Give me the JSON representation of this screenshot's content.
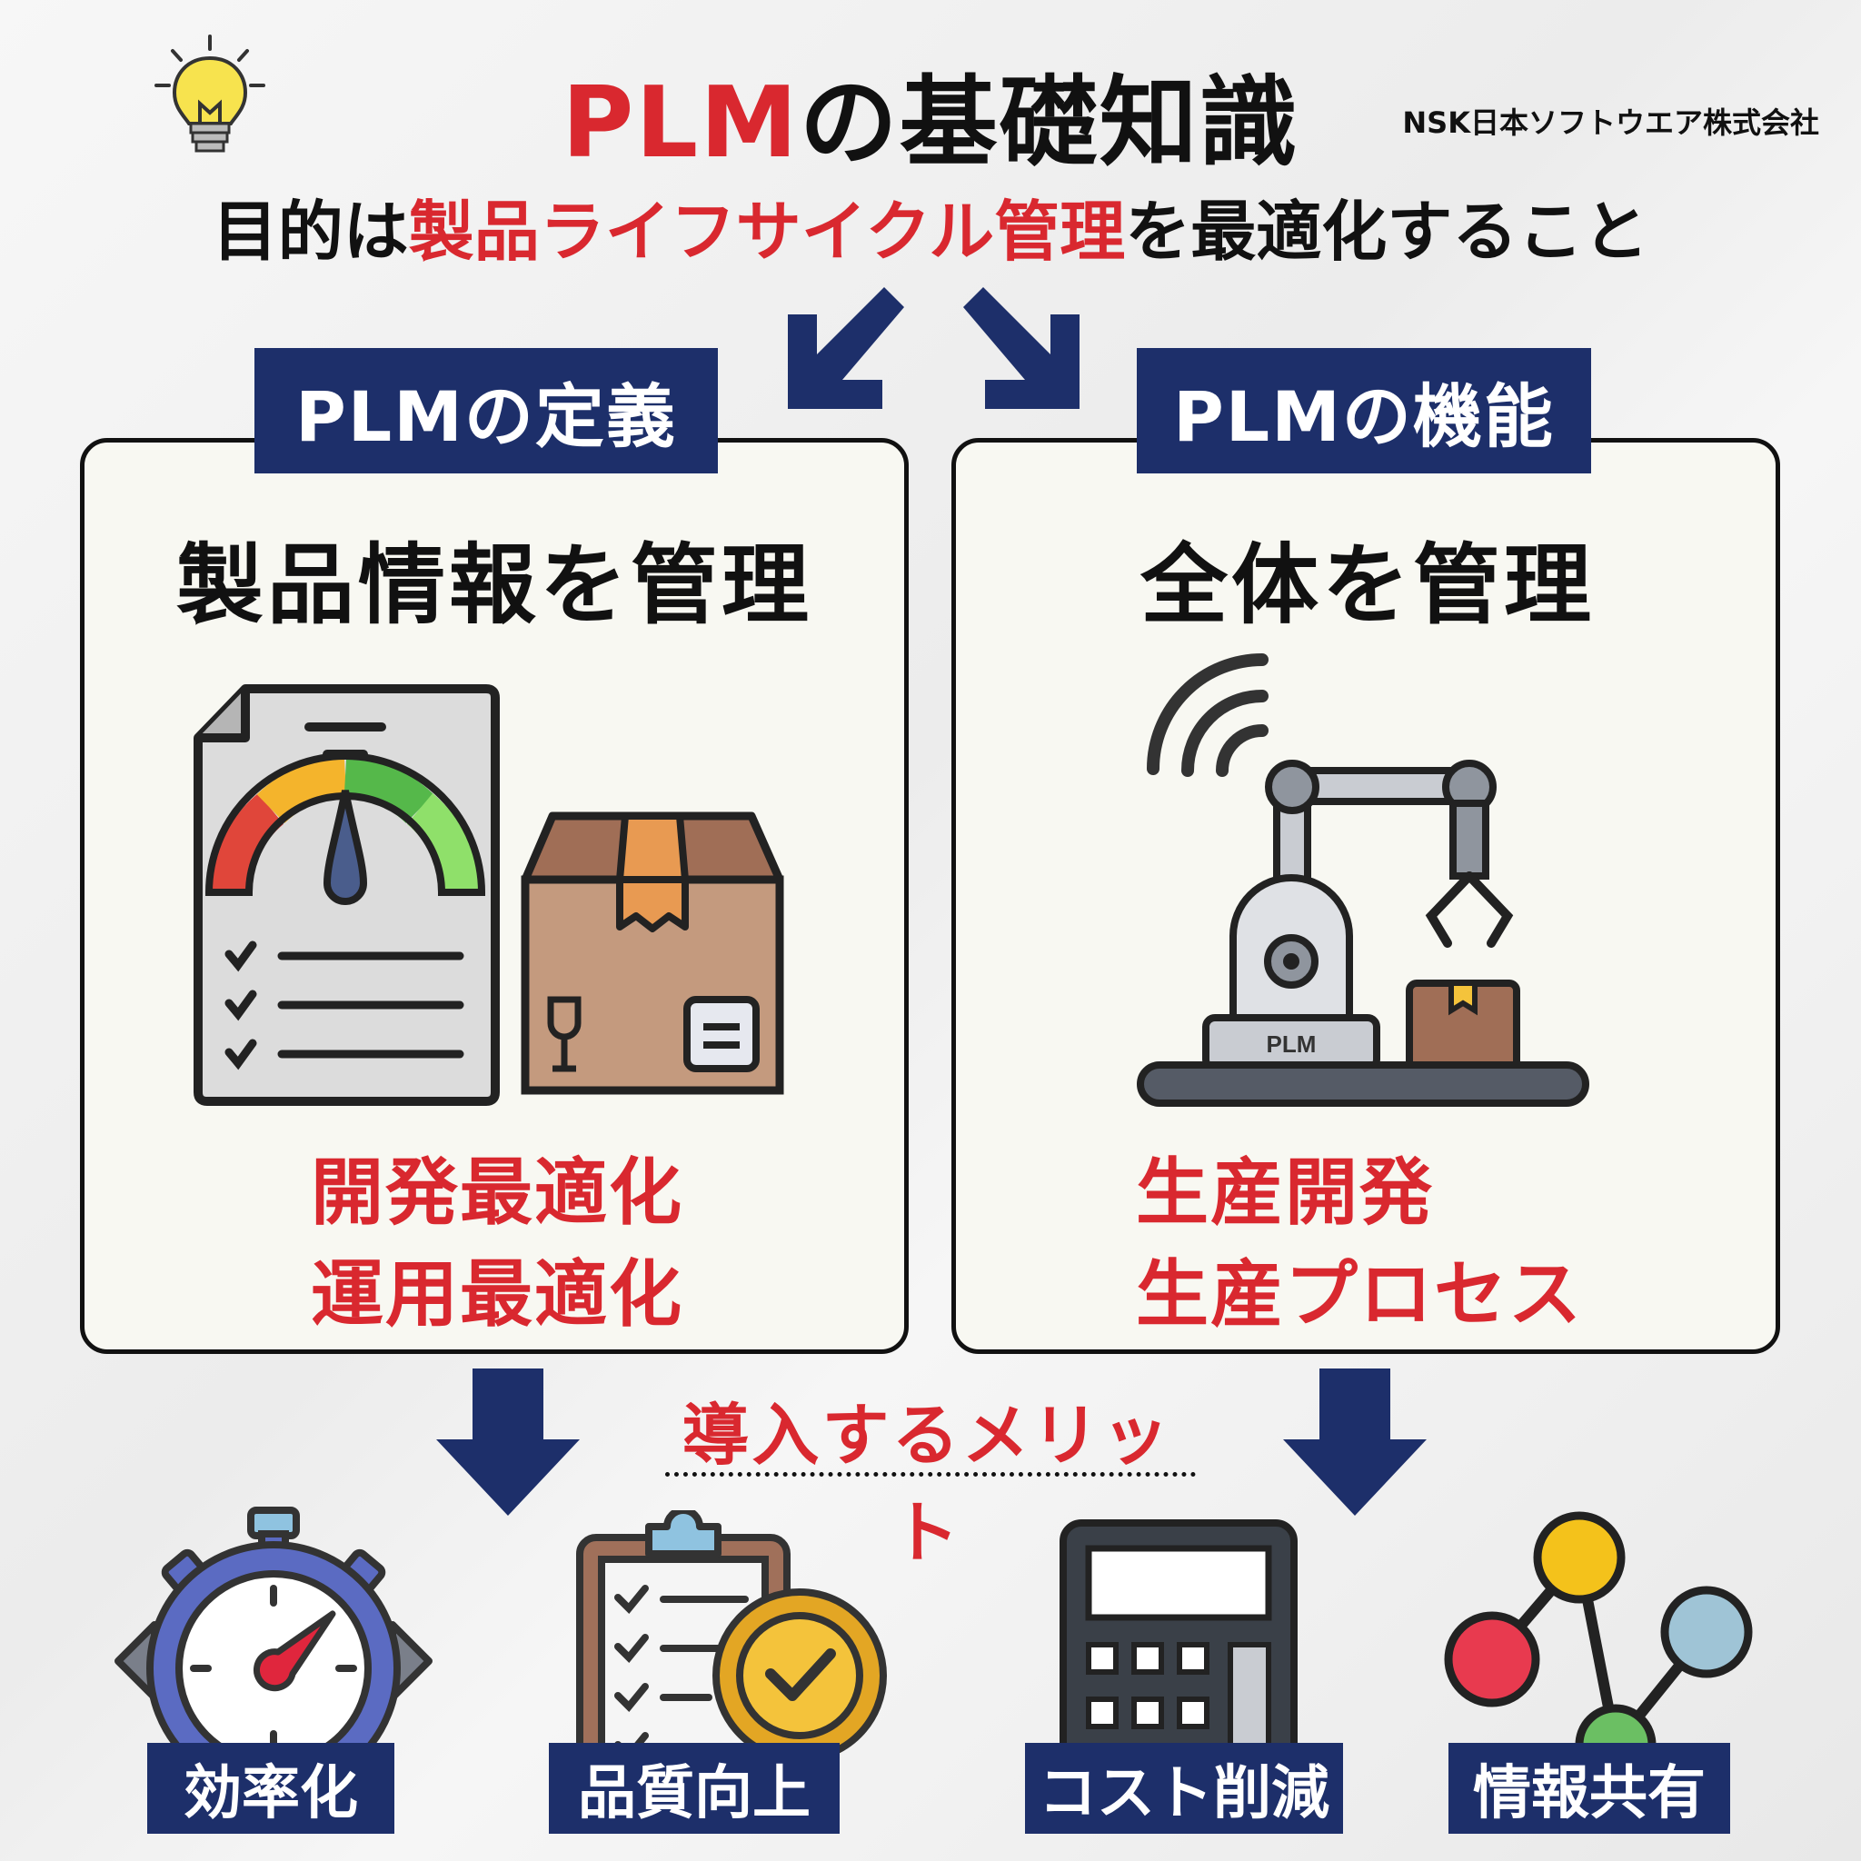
{
  "header": {
    "title_accent": "PLM",
    "title_rest": "の基礎知識",
    "company": "NSK日本ソフトウエア株式会社"
  },
  "purpose": {
    "prefix": "目的は",
    "accent": "製品ライフサイクル管理",
    "suffix": "を最適化すること"
  },
  "left_panel": {
    "tab": "PLMの定義",
    "heading": "製品情報を管理",
    "lines": [
      "開発最適化",
      "運用最適化"
    ],
    "icons": [
      "document-gauge-icon",
      "cardboard-box-icon"
    ]
  },
  "right_panel": {
    "tab": "PLMの機能",
    "heading": "全体を管理",
    "lines": [
      "生産開発",
      "生産プロセス"
    ],
    "icon": "robot-arm-icon",
    "icon_label": "PLM"
  },
  "merits": {
    "title": "導入するメリット",
    "items": [
      {
        "label": "効率化",
        "icon": "stopwatch-icon"
      },
      {
        "label": "品質向上",
        "icon": "clipboard-quality-icon"
      },
      {
        "label": "コスト削減",
        "icon": "calculator-icon"
      },
      {
        "label": "情報共有",
        "icon": "network-nodes-icon"
      }
    ]
  },
  "colors": {
    "accent_red": "#d9282f",
    "navy": "#1d2f6a",
    "panel_bg": "#f8f8f2"
  }
}
